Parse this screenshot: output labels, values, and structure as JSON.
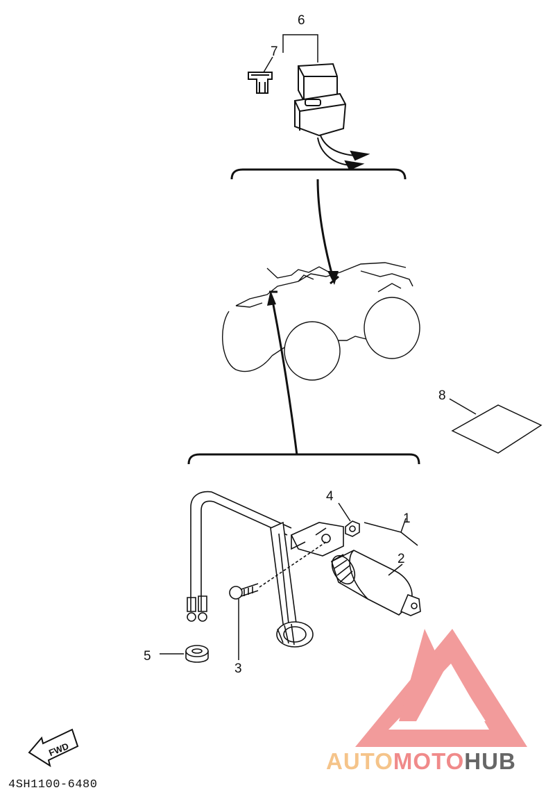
{
  "callouts": {
    "c1": "1",
    "c2": "2",
    "c3": "3",
    "c4": "4",
    "c5": "5",
    "c6": "6",
    "c7": "7",
    "c8": "8"
  },
  "fwd_label": "FWD",
  "part_code": "4SH1100-6480",
  "watermark": {
    "part1": "AUTO",
    "part2": "MOTO",
    "part3": "HUB",
    "color1": "#f5c48a",
    "color2": "#f08a8a",
    "color3": "#666666",
    "logo_color": "#f08a8a"
  }
}
